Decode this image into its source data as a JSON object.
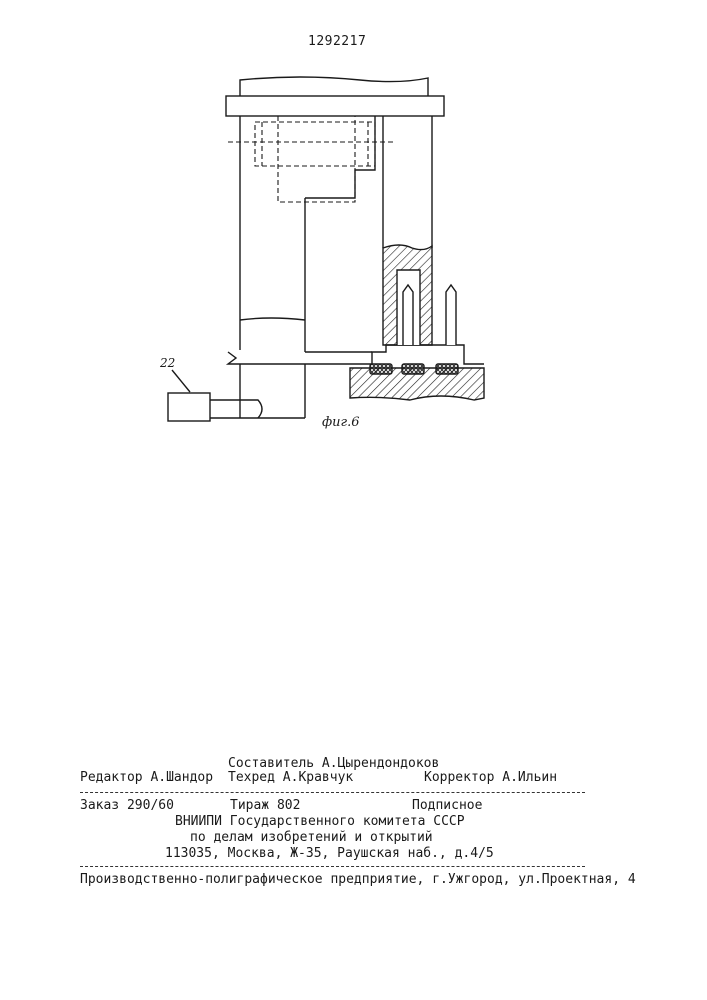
{
  "document": {
    "patent_number": "1292217",
    "figure_label": "фиг.6",
    "callout_label": "22"
  },
  "colophon": {
    "compiler": "Составитель А.Цырендондоков",
    "editor": "Редактор А.Шандор",
    "techred": "Техред А.Кравчук",
    "corrector": "Корректор А.Ильин",
    "order": "Заказ 290/60",
    "circulation": "Тираж 802",
    "subscription": "Подписное",
    "org_line1": "ВНИИПИ Государственного комитета СССР",
    "org_line2": "по делам изобретений и открытий",
    "org_line3": "113035, Москва, Ж-35, Раушская наб., д.4/5",
    "printer": "Производственно-полиграфическое предприятие, г.Ужгород, ул.Проектная, 4"
  }
}
